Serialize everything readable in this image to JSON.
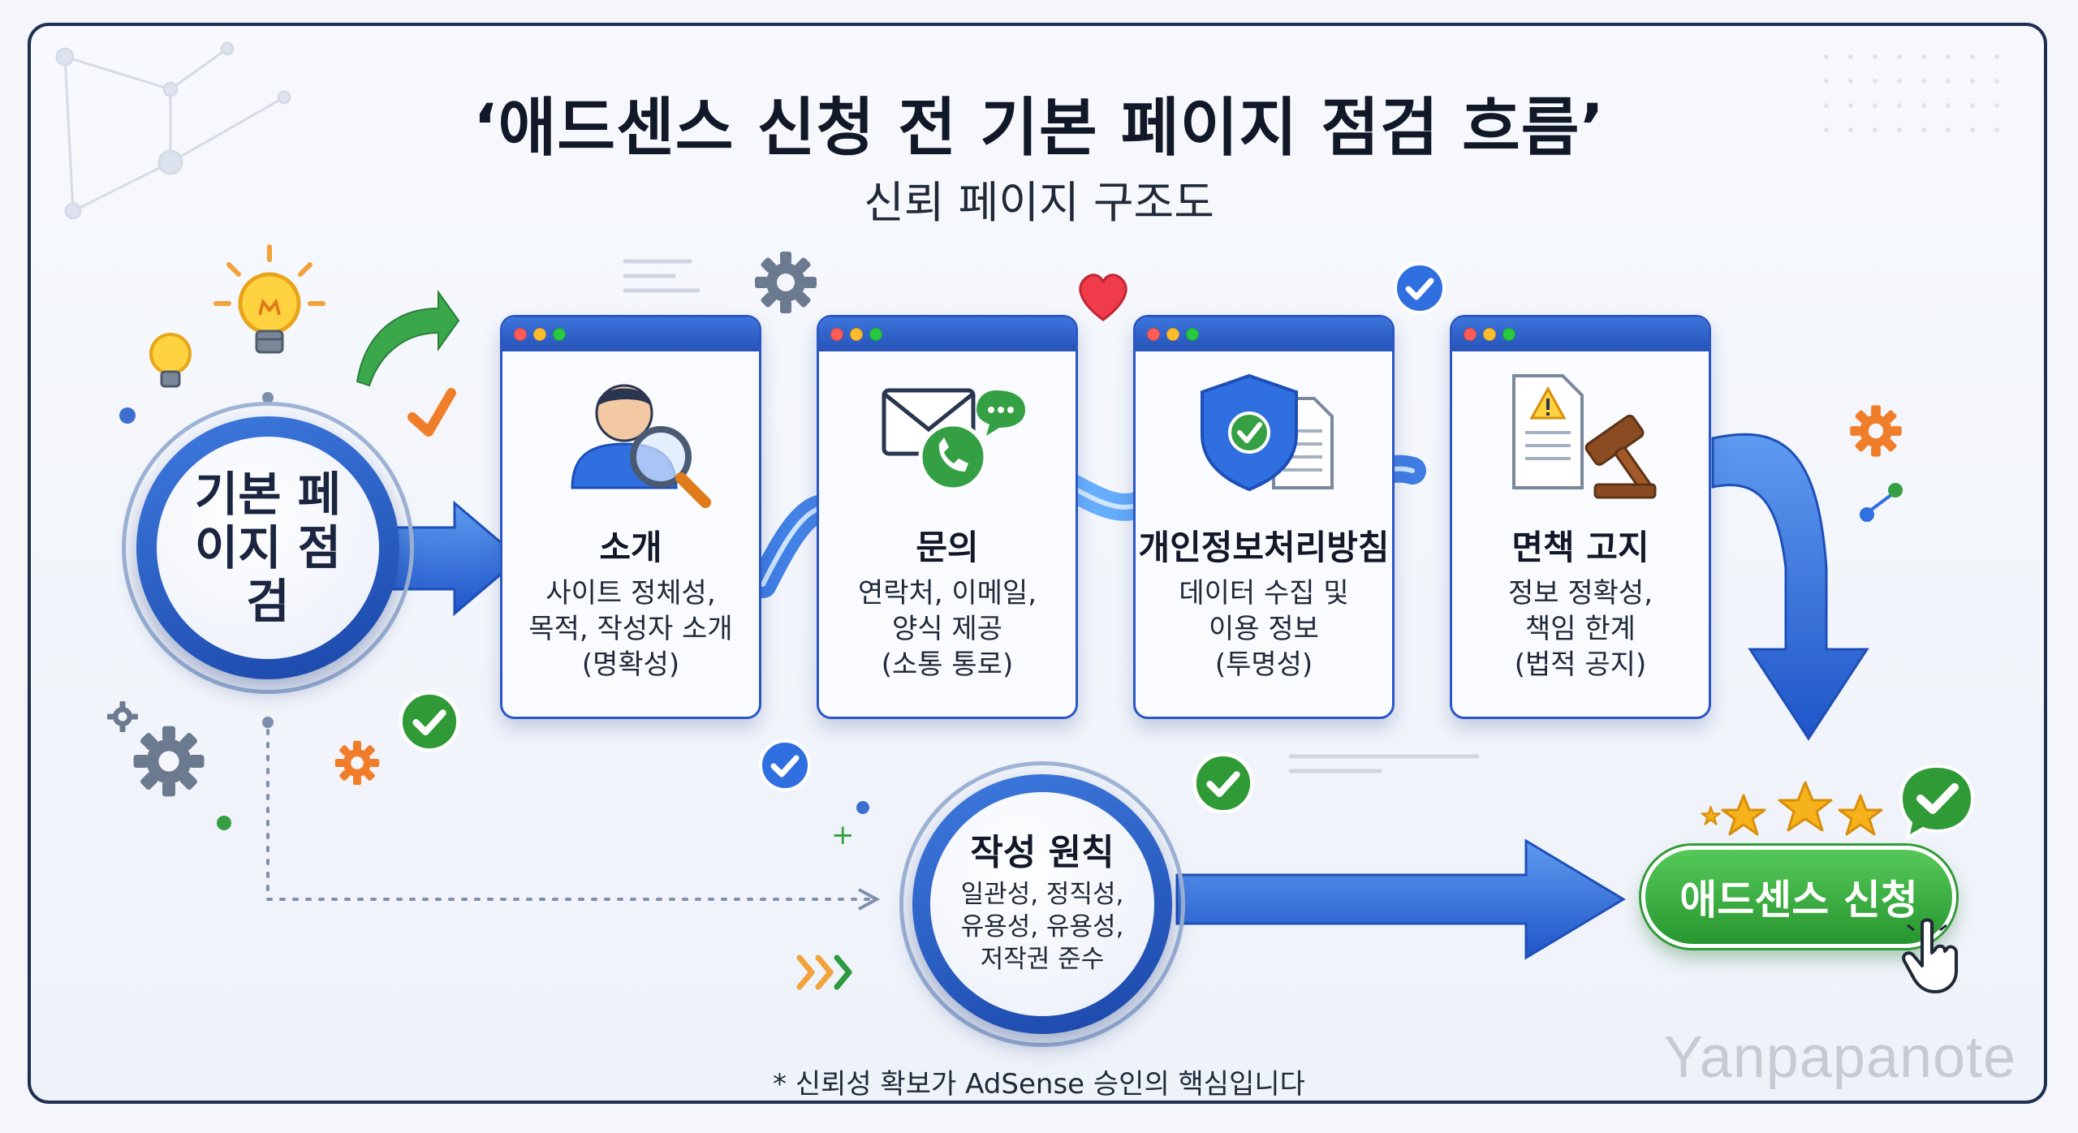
{
  "title": "‘애드센스 신청 전 기본 페이지 점검 흐름’",
  "subtitle": "신뢰 페이지 구조도",
  "start": {
    "label": "기본 페이지 점검"
  },
  "pages": [
    {
      "title": "소개",
      "lines": [
        "사이트 정체성,",
        "목적, 작성자 소개",
        "(명확성)"
      ],
      "icon": "person-search-icon"
    },
    {
      "title": "문의",
      "lines": [
        "연락처, 이메일,",
        "양식 제공",
        "(소통 통로)"
      ],
      "icon": "mail-phone-icon"
    },
    {
      "title": "개인정보처리방침",
      "lines": [
        "데이터 수집 및",
        "이용 정보",
        "(투명성)"
      ],
      "icon": "shield-document-icon"
    },
    {
      "title": "면책 고지",
      "lines": [
        "정보 정확성,",
        "책임 한계",
        "(법적 공지)"
      ],
      "icon": "gavel-document-icon"
    }
  ],
  "principle": {
    "title": "작성 원칙",
    "lines": [
      "일관성, 정직성,",
      "유용성, 유용성,",
      "저작권 준수"
    ]
  },
  "cta": {
    "label": "애드센스 신청"
  },
  "footnote": "* 신뢰성 확보가 AdSense 승인의 핵심입니다",
  "watermark": "Yanpapanote",
  "colors": {
    "primary": "#2a57c4",
    "accent_green": "#2f9a36",
    "check_blue": "#2f6fe0",
    "star": "#f6b21b"
  }
}
